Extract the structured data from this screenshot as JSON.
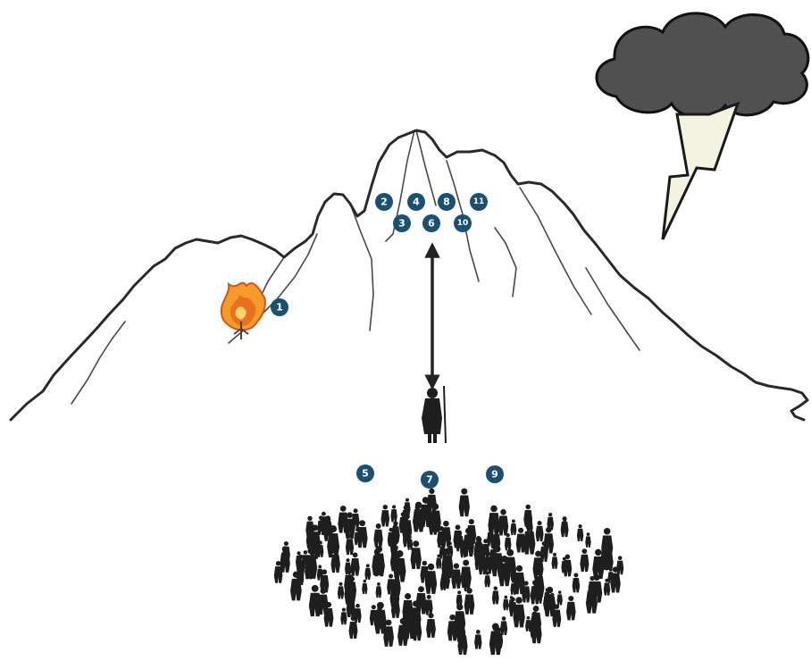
{
  "markers": [
    "1",
    "2",
    "3",
    "4",
    "5",
    "6",
    "7",
    "8",
    "9",
    "10",
    "11"
  ],
  "colors": {
    "marker": "#1c4f70",
    "mountain_stroke": "#2a2a2a",
    "cloud": "#505050",
    "lightning": "#f3f3e2",
    "figures": "#1e1e1e",
    "fire": "#e8701e"
  },
  "icons": [
    "storm-cloud-icon",
    "lightning-bolt-icon",
    "burning-bush-icon",
    "moses-figure-icon",
    "crowd-icon",
    "two-way-arrow-icon"
  ]
}
